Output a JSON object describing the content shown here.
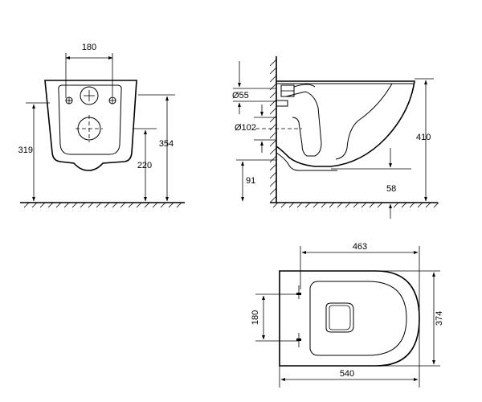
{
  "front_view": {
    "dim_width": "180",
    "dim_total_height": "319",
    "dim_outlet_height": "220",
    "dim_fixing_height": "354"
  },
  "side_view": {
    "dim_inlet": "Ø55",
    "dim_outlet": "Ø102",
    "dim_outlet_floor": "91",
    "dim_rim_height": "410",
    "dim_bottom_clearance": "58"
  },
  "top_view": {
    "dim_bowl_length": "463",
    "dim_fixing_spacing": "180",
    "dim_width": "374",
    "dim_total_length": "540"
  }
}
